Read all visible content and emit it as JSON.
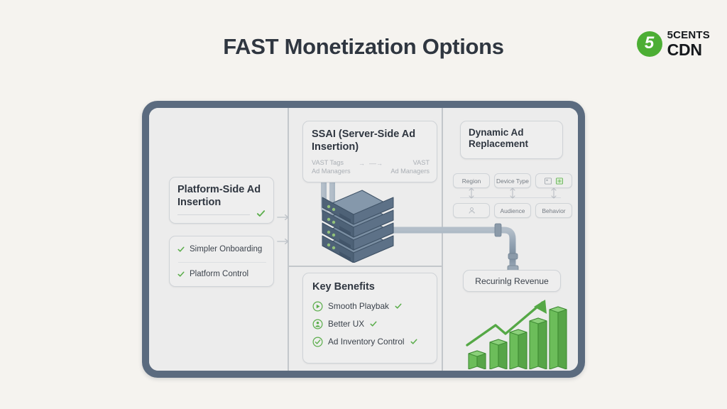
{
  "page": {
    "title": "FAST Monetization Options",
    "background_color": "#f5f3ef"
  },
  "brand": {
    "mark_text": "5",
    "name_line1": "5CENTS",
    "name_line2": "CDN",
    "mark_color": "#4cae34",
    "text_color": "#15181c"
  },
  "colors": {
    "frame": "#5b6b7f",
    "panel": "#ececec",
    "card": "#eeeeee",
    "card_border": "#cfd3d7",
    "accent_green": "#5aad4a",
    "title_text": "#2f3640",
    "muted_text": "#a9aeb4",
    "server": "#5d7086",
    "pipe": "#8d9cac"
  },
  "left_column": {
    "platform_card": {
      "title": "Platform-Side Ad Insertion",
      "check_icon": "check-icon"
    },
    "benefits": [
      {
        "label": "Simpler Onboarding",
        "icon": "check-icon"
      },
      {
        "label": "Platform Control",
        "icon": "check-icon"
      }
    ],
    "arrows": [
      {
        "icon": "arrow-right-icon"
      },
      {
        "icon": "arrow-right-icon"
      }
    ]
  },
  "middle_column": {
    "ssai_card": {
      "title": "SSAI (Server-Side Ad Insertion)",
      "flow_left_line1": "VAST Tags",
      "flow_left_line2": "Ad Managers",
      "flow_arrow_1": "→",
      "flow_arrow_2": "––→",
      "flow_right_line1": "VAST",
      "flow_right_line2": "Ad Managers"
    },
    "server_stack": {
      "icon": "server-stack-icon",
      "unit_count": 4
    },
    "key_benefits": {
      "title": "Key Benefits",
      "items": [
        {
          "label": "Smooth Playbak",
          "icon": "play-circle-icon",
          "check": "check-icon"
        },
        {
          "label": "Better UX",
          "icon": "user-circle-icon",
          "check": "check-icon"
        },
        {
          "label": "Ad Inventory Control",
          "icon": "check-circle-icon",
          "check": "check-icon"
        }
      ]
    }
  },
  "right_column": {
    "dynamic_ad_card": {
      "title": "Dynamic Ad Replacement"
    },
    "targeting_chips": {
      "top_row": [
        {
          "label": "Region",
          "type": "text"
        },
        {
          "label": "Device Type",
          "type": "text"
        },
        {
          "label": "",
          "type": "icons",
          "icon_1": "screen-icon",
          "icon_2": "screen-green-icon"
        }
      ],
      "bottom_row": [
        {
          "label": "",
          "type": "icon",
          "icon_1": "user-badge-icon"
        },
        {
          "label": "Audience",
          "type": "text"
        },
        {
          "label": "Behavior",
          "type": "text"
        }
      ]
    },
    "recurring_card": {
      "label": "Recurinlg Revenue"
    },
    "growth_chart": {
      "icon": "bar-chart-growth-icon",
      "bar_count": 5,
      "trend": "up"
    }
  }
}
